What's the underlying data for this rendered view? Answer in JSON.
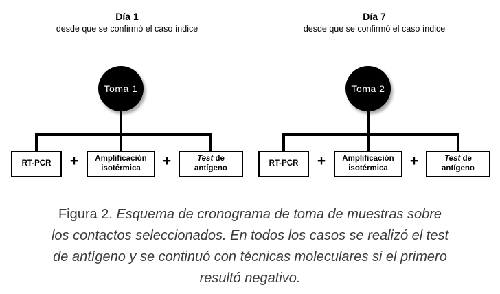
{
  "figure": {
    "panels": [
      {
        "title": "Día 1",
        "subtitle": "desde que se confirmó el caso índice",
        "node_label": "Toma 1",
        "plus": "+",
        "box1": "RT-PCR",
        "box2_line1": "Amplificación",
        "box2_line2": "isotérmica",
        "box3_italic": "Test",
        "box3_rest": " de",
        "box3_line2": "antígeno"
      },
      {
        "title": "Día 7",
        "subtitle": "desde que se confirmó el caso índice",
        "node_label": "Toma 2",
        "plus": "+",
        "box1": "RT-PCR",
        "box2_line1": "Amplificación",
        "box2_line2": "isotérmica",
        "box3_italic": "Test",
        "box3_rest": " de",
        "box3_line2": "antígeno"
      }
    ]
  },
  "caption": {
    "prefix": "Figura 2.",
    "line1": " Esquema de cronograma de toma de muestras sobre",
    "line2": "los contactos seleccionados. En todos los casos se realizó el test",
    "line3": "de antígeno y se continuó con técnicas moleculares si el primero",
    "line4": "resultó negativo."
  },
  "colors": {
    "node_fill": "#000000",
    "node_text": "#ffffff",
    "line": "#000000",
    "box_border": "#000000",
    "box_background": "#ffffff",
    "caption_text": "#3a3a3a"
  }
}
